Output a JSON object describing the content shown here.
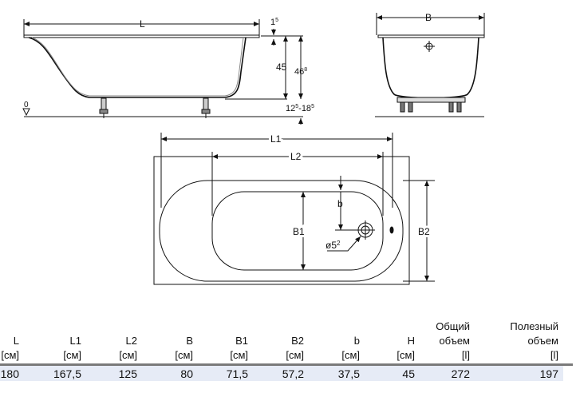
{
  "drawing": {
    "side_view": {
      "L": "L",
      "rim": "1",
      "rim_sup": "5",
      "depth": "45",
      "height": "46",
      "height_sup": "8",
      "floor": "0",
      "feet_a": "12",
      "feet_a_sup": "5",
      "feet_sep": "-18",
      "feet_b_sup": "5"
    },
    "end_view": {
      "B": "B"
    },
    "top_view": {
      "L1": "L1",
      "L2": "L2",
      "B1": "B1",
      "B2": "B2",
      "b": "b",
      "drain": "ø5",
      "drain_sup": "2"
    }
  },
  "table": {
    "columns": [
      {
        "lines": [
          "",
          "L",
          "[см]"
        ],
        "value": "180"
      },
      {
        "lines": [
          "",
          "L1",
          "[см]"
        ],
        "value": "167,5"
      },
      {
        "lines": [
          "",
          "L2",
          "[см]"
        ],
        "value": "125"
      },
      {
        "lines": [
          "",
          "B",
          "[см]"
        ],
        "value": "80"
      },
      {
        "lines": [
          "",
          "B1",
          "[см]"
        ],
        "value": "71,5"
      },
      {
        "lines": [
          "",
          "B2",
          "[см]"
        ],
        "value": "57,2"
      },
      {
        "lines": [
          "",
          "b",
          "[см]"
        ],
        "value": "37,5"
      },
      {
        "lines": [
          "",
          "H",
          "[см]"
        ],
        "value": "45"
      },
      {
        "lines": [
          "Общий",
          "объем",
          "[l]"
        ],
        "value": "272"
      },
      {
        "lines": [
          "Полезный",
          "объем",
          "[l]"
        ],
        "value": "197"
      }
    ]
  }
}
